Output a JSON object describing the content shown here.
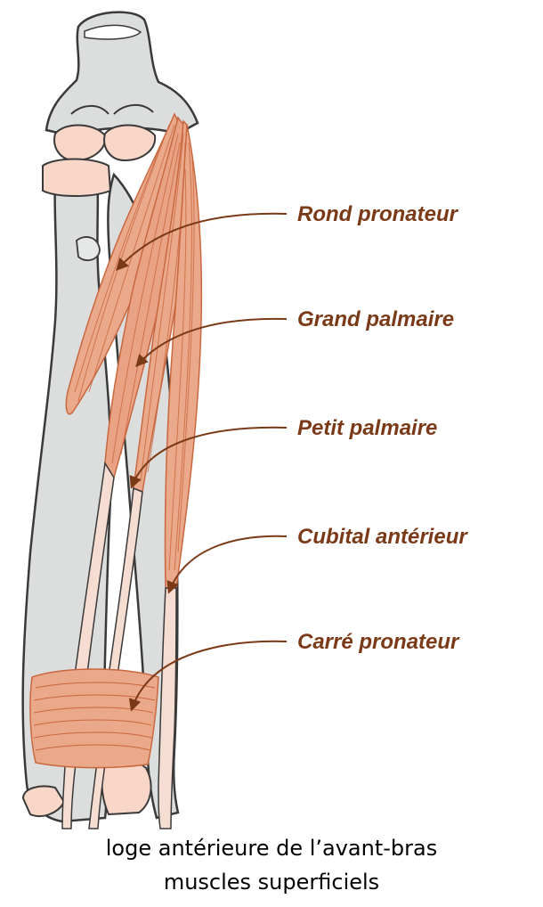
{
  "labels": [
    {
      "id": "rond-pronateur",
      "text": "Rond pronateur"
    },
    {
      "id": "grand-palmaire",
      "text": "Grand palmaire"
    },
    {
      "id": "petit-palmaire",
      "text": "Petit palmaire"
    },
    {
      "id": "cubital-anterieur",
      "text": "Cubital antérieur"
    },
    {
      "id": "carre-pronateur",
      "text": "Carré pronateur"
    }
  ],
  "caption": {
    "line1": "loge antérieure de l’avant-bras",
    "line2": "muscles superficiels"
  },
  "colors": {
    "label_text": "#7a3a18",
    "leader_line": "#7a3a18",
    "bone_fill": "#dcdddd",
    "bone_stroke": "#3a3a3a",
    "muscle_fill": "#eaa98a",
    "muscle_fiber": "#c9673f",
    "tendon_fill": "#f6ddd2",
    "cartilage_fill": "#f8d7c9"
  }
}
